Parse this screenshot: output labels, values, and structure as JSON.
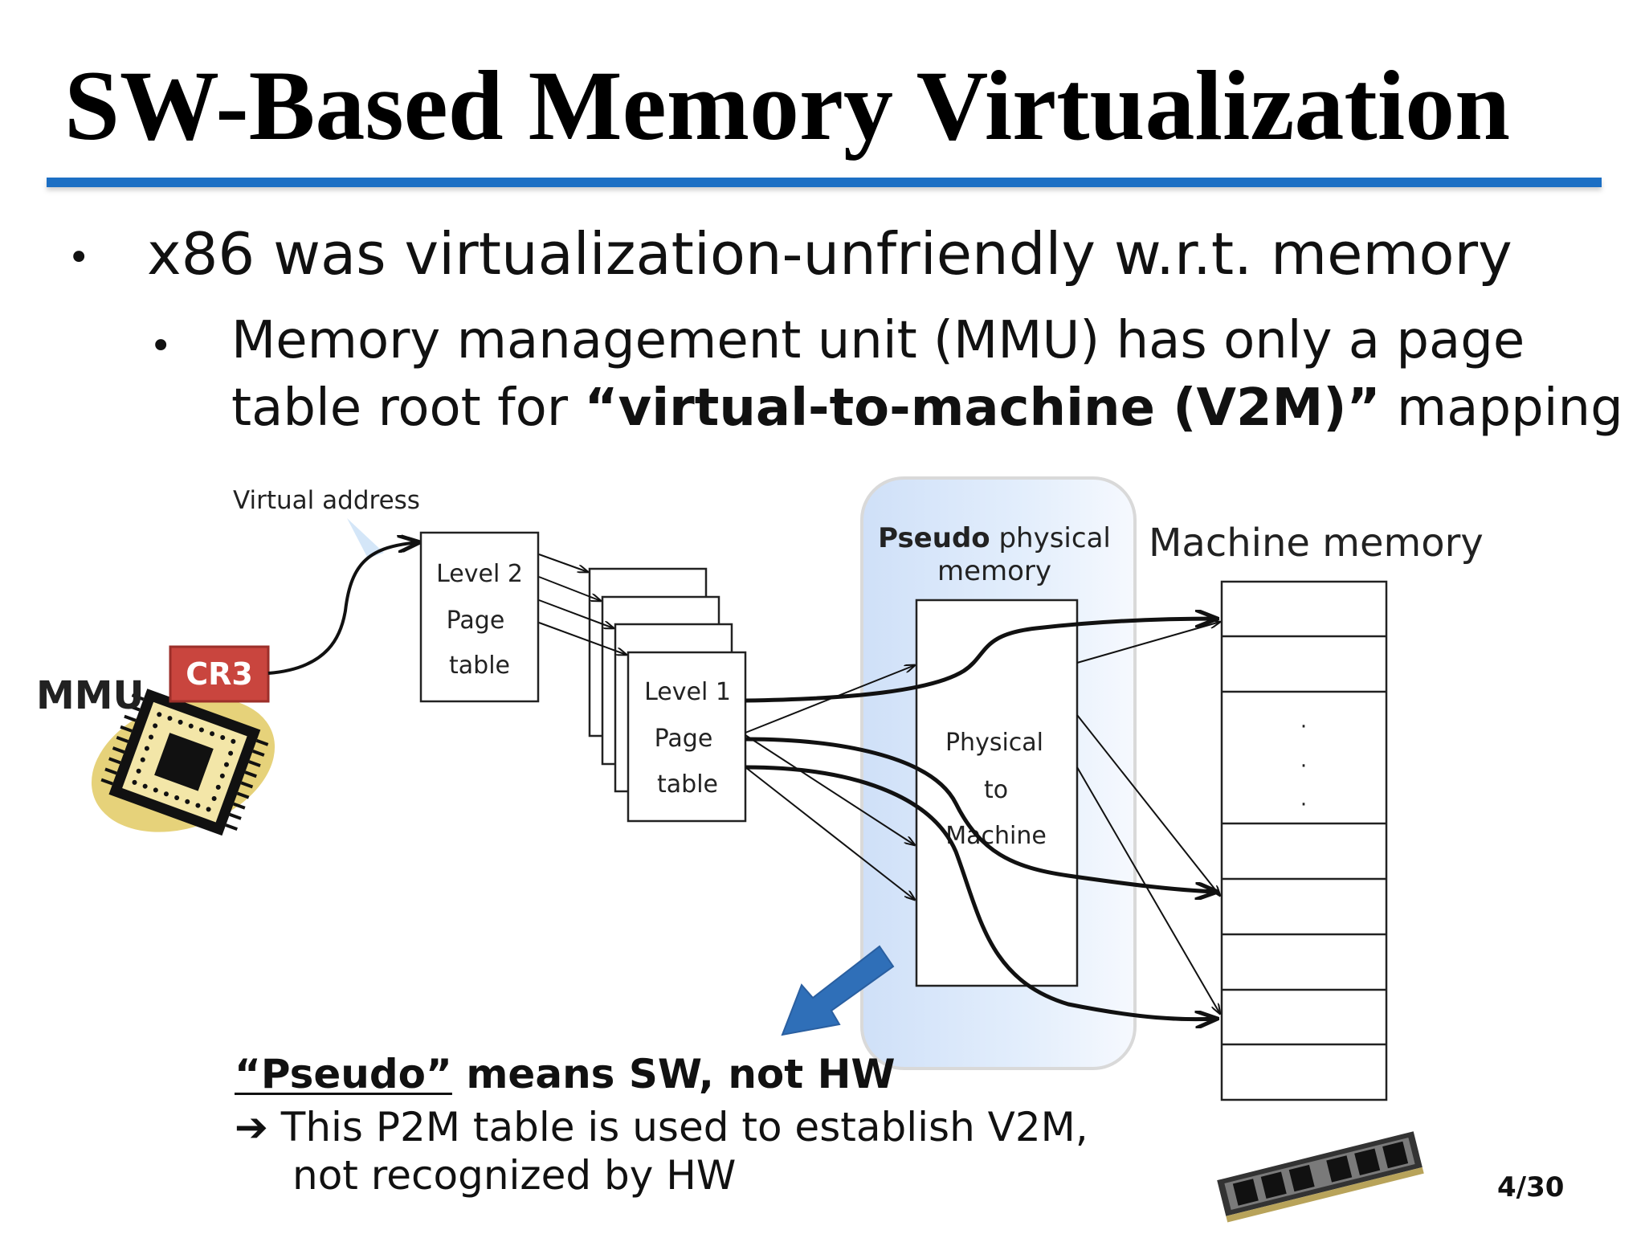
{
  "slide": {
    "title": "SW-Based Memory Virtualization",
    "bullet1": "x86 was virtualization-unfriendly w.r.t. memory",
    "bullet2": {
      "line1": "Memory management unit (MMU) has only a page",
      "line2_pre": "table root for ",
      "line2_bold": "“virtual-to-machine (V2M)”",
      "line2_post": " mapping"
    },
    "page_number": "4/30"
  },
  "diagram": {
    "virtual_address": "Virtual address",
    "mmu": "MMU",
    "cr3": "CR3",
    "level2": [
      "Level 2",
      "Page",
      "table"
    ],
    "level1": [
      "Level 1",
      "Page",
      "table"
    ],
    "pseudo_bold": "Pseudo",
    "pseudo_rest": " physical",
    "pseudo_line2": "memory",
    "p2m": [
      "Physical",
      "to",
      "Machine"
    ],
    "machine_memory": "Machine memory",
    "ellipsis": [
      "·",
      "·",
      "·"
    ]
  },
  "note": {
    "head_underlined": "“Pseudo”",
    "head_rest": " means SW, not HW",
    "line1": "➔ This P2M table is used to establish V2M,",
    "line2": "not recognized by HW"
  },
  "colors": {
    "title_rule": "#1c6fc4",
    "cr3_fill": "#c9453e",
    "pseudo_panel": "#dbe9fb",
    "chip_blob": "#e6d27a",
    "callout_arrow": "#2f6fb8"
  }
}
